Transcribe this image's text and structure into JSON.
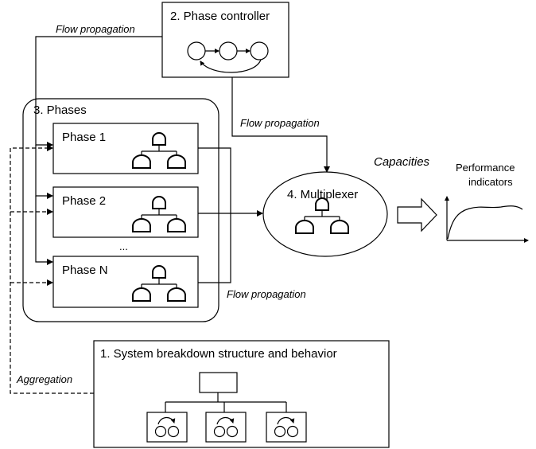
{
  "phase_controller": {
    "title": "2. Phase controller"
  },
  "phases_group": {
    "title": "3. Phases",
    "phases": [
      {
        "label": "Phase 1"
      },
      {
        "label": "Phase 2"
      },
      {
        "label": "Phase N"
      }
    ],
    "ellipsis": "..."
  },
  "multiplexer": {
    "title": "4. Multiplexer"
  },
  "system_breakdown": {
    "title": "1. System breakdown structure and behavior"
  },
  "performance": {
    "label_line1": "Performance",
    "label_line2": "indicators"
  },
  "annotations": {
    "flow_top_left": "Flow propagation",
    "flow_middle": "Flow propagation",
    "flow_bottom_right": "Flow propagation",
    "capacities": "Capacities",
    "aggregation": "Aggregation"
  }
}
